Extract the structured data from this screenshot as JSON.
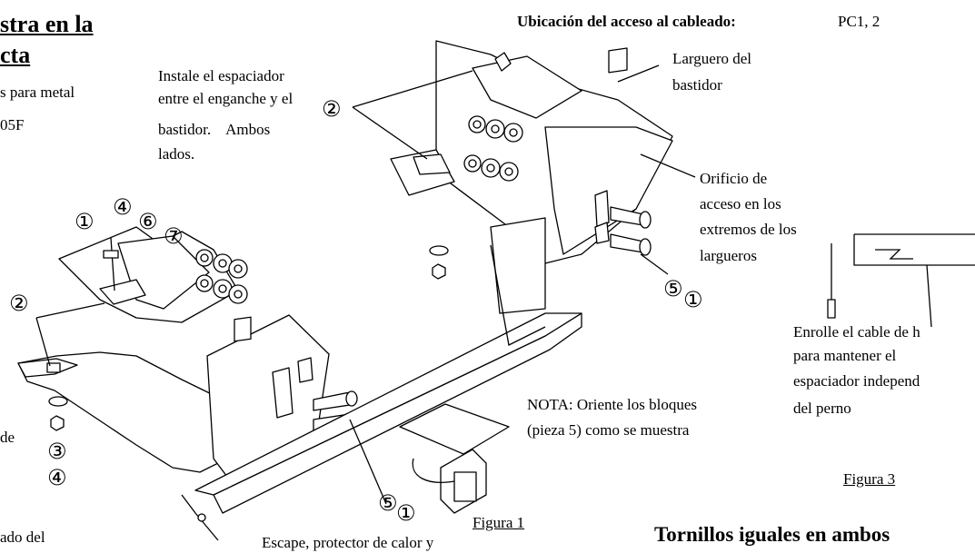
{
  "header": {
    "title_fragment_1": "stra en la",
    "title_fragment_2": "cta",
    "tools_fragment": "s para metal",
    "part_fragment": "05F",
    "wiring_label": "Ubicación del acceso al cableado:",
    "wiring_value": "PC1, 2"
  },
  "notes": {
    "spacer_instruction_lines": [
      "Instale el espaciador",
      "entre el enganche y el",
      "bastidor.    Ambos",
      "lados."
    ],
    "frame_rail_lines": [
      "Larguero del",
      "bastidor"
    ],
    "access_hole_lines": [
      "Orificio de",
      "acceso en los",
      "extremos de los",
      "largueros"
    ],
    "wire_lines": [
      "Enrolle el cable de h",
      "para mantener el",
      "espaciador independ",
      "del perno"
    ],
    "block_note_lines": [
      "NOTA:  Oriente los bloques",
      "(pieza 5) como se muestra"
    ],
    "left_fragment_de": "de",
    "left_fragment_bottom": "ado del",
    "exhaust_fragment": "Escape, protector de calor y",
    "bottom_heading": "Tornillos iguales en ambos"
  },
  "figures": {
    "figure_1": "Figura 1",
    "figure_3": "Figura 3"
  },
  "callouts": {
    "c1": "①",
    "c2": "②",
    "c3": "③",
    "c4": "④",
    "c5": "⑤",
    "c6": "⑥",
    "c7": "⑦"
  }
}
